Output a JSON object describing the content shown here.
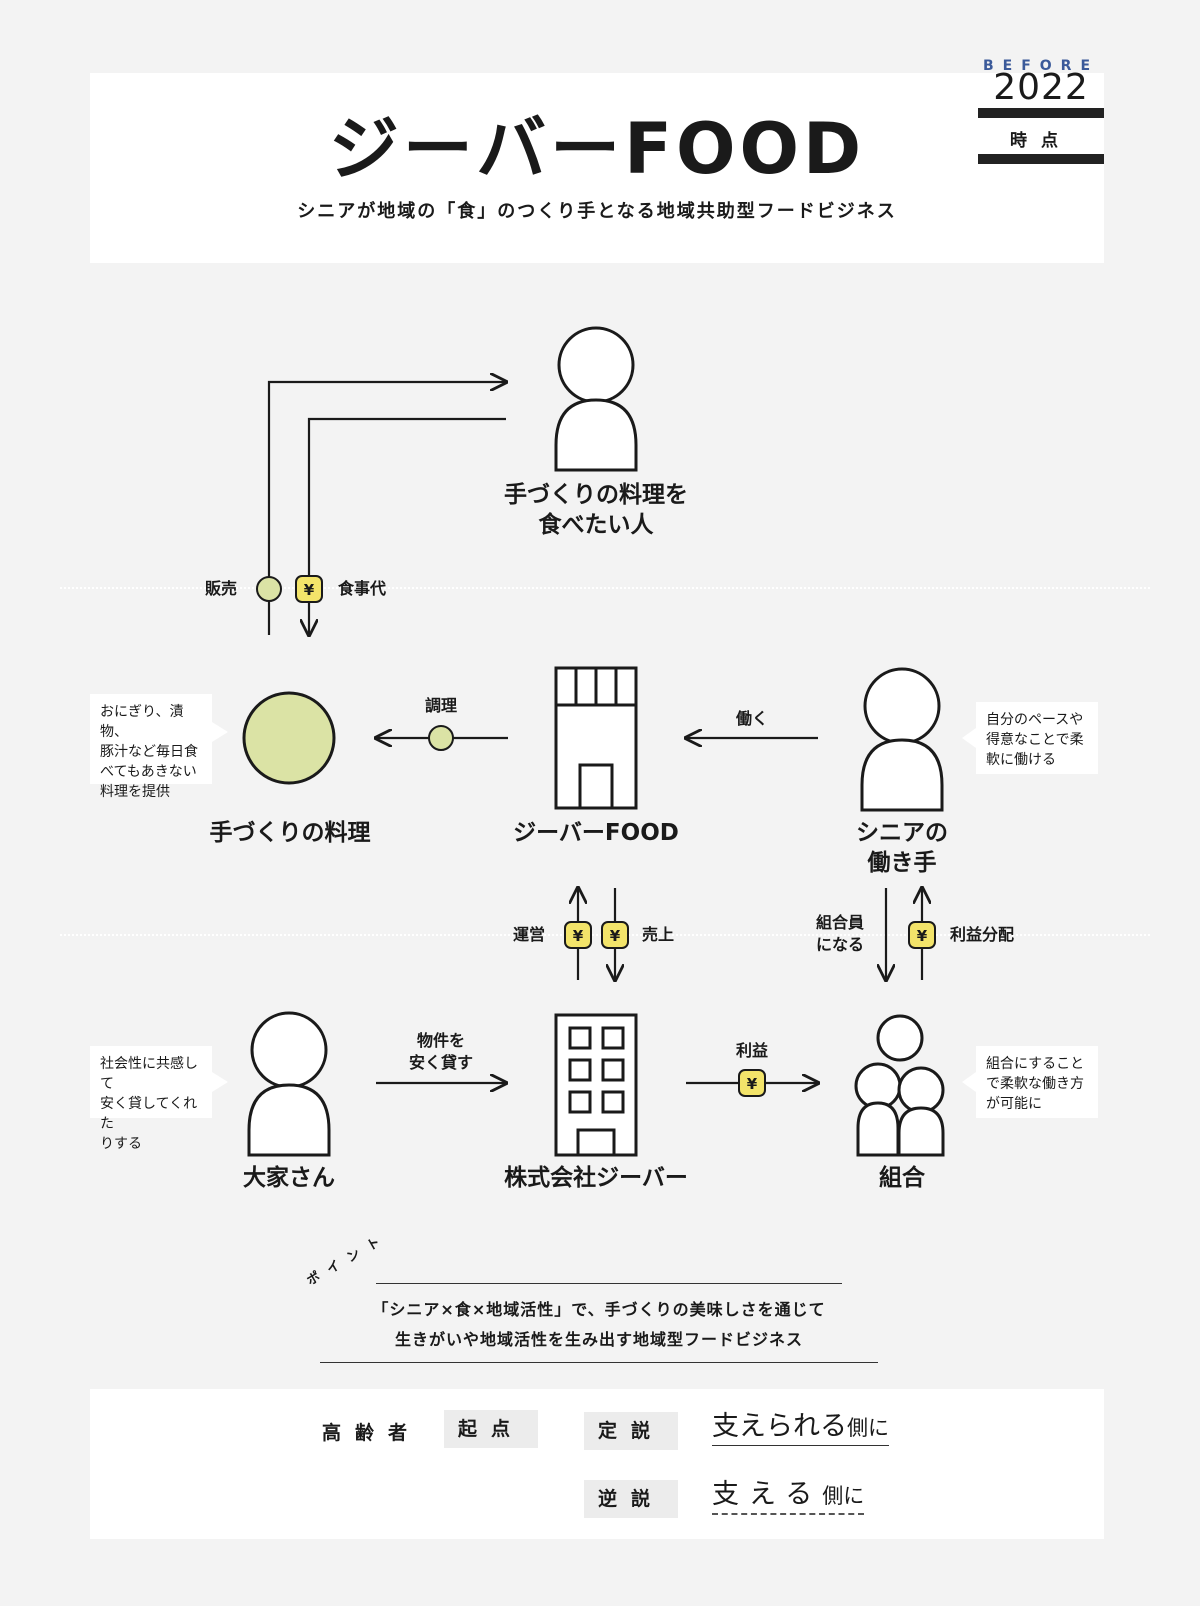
{
  "header": {
    "title": "ジーバーFOOD",
    "subtitle": "シニアが地域の「食」のつくり手となる地域共助型フードビジネス",
    "badge": {
      "top": "BEFORE",
      "year": "2022",
      "label": "時点"
    }
  },
  "nodes": {
    "customer": "手づくりの料理を\n食べたい人",
    "dish": "手づくりの料理",
    "kitchen": "ジーバーFOOD",
    "senior": "シニアの\n働き手",
    "landlord": "大家さん",
    "company": "株式会社ジーバー",
    "union": "組合"
  },
  "flows": {
    "sale": "販売",
    "meal_fee": "食事代",
    "cooking": "調理",
    "work": "働く",
    "operation": "運営",
    "sales": "売上",
    "become_member": "組合員\nになる",
    "profit_share": "利益分配",
    "lend": "物件を\n安く貸す",
    "profit": "利益"
  },
  "currency_symbol": "¥",
  "notes": {
    "dish": "おにぎり、漬物、\n豚汁など毎日食\nべてもあきない\n料理を提供",
    "senior": "自分のペースや\n得意なことで柔\n軟に働ける",
    "landlord": "社会性に共感して\n安く貸してくれた\nりする",
    "union": "組合にすること\nで柔軟な働き方\nが可能に"
  },
  "point": {
    "tag": "ポイント",
    "line1": "「シニア×食×地域活性」で、手づくりの美味しさを通じて",
    "line2": "生きがいや地域活性を生み出す地域型フードビジネス"
  },
  "bottom": {
    "subject": "高齢者",
    "origin": "起点",
    "theory": "定説",
    "paradox": "逆説",
    "theory_phrase_main": "支えられる",
    "theory_phrase_suffix": "側に",
    "paradox_phrase_main": "支える",
    "paradox_phrase_suffix": "側に"
  },
  "colors": {
    "green": "#dbe3a5",
    "yellow": "#f3e46a",
    "ink": "#1a1a1a",
    "badge_blue": "#3b5a9a"
  }
}
